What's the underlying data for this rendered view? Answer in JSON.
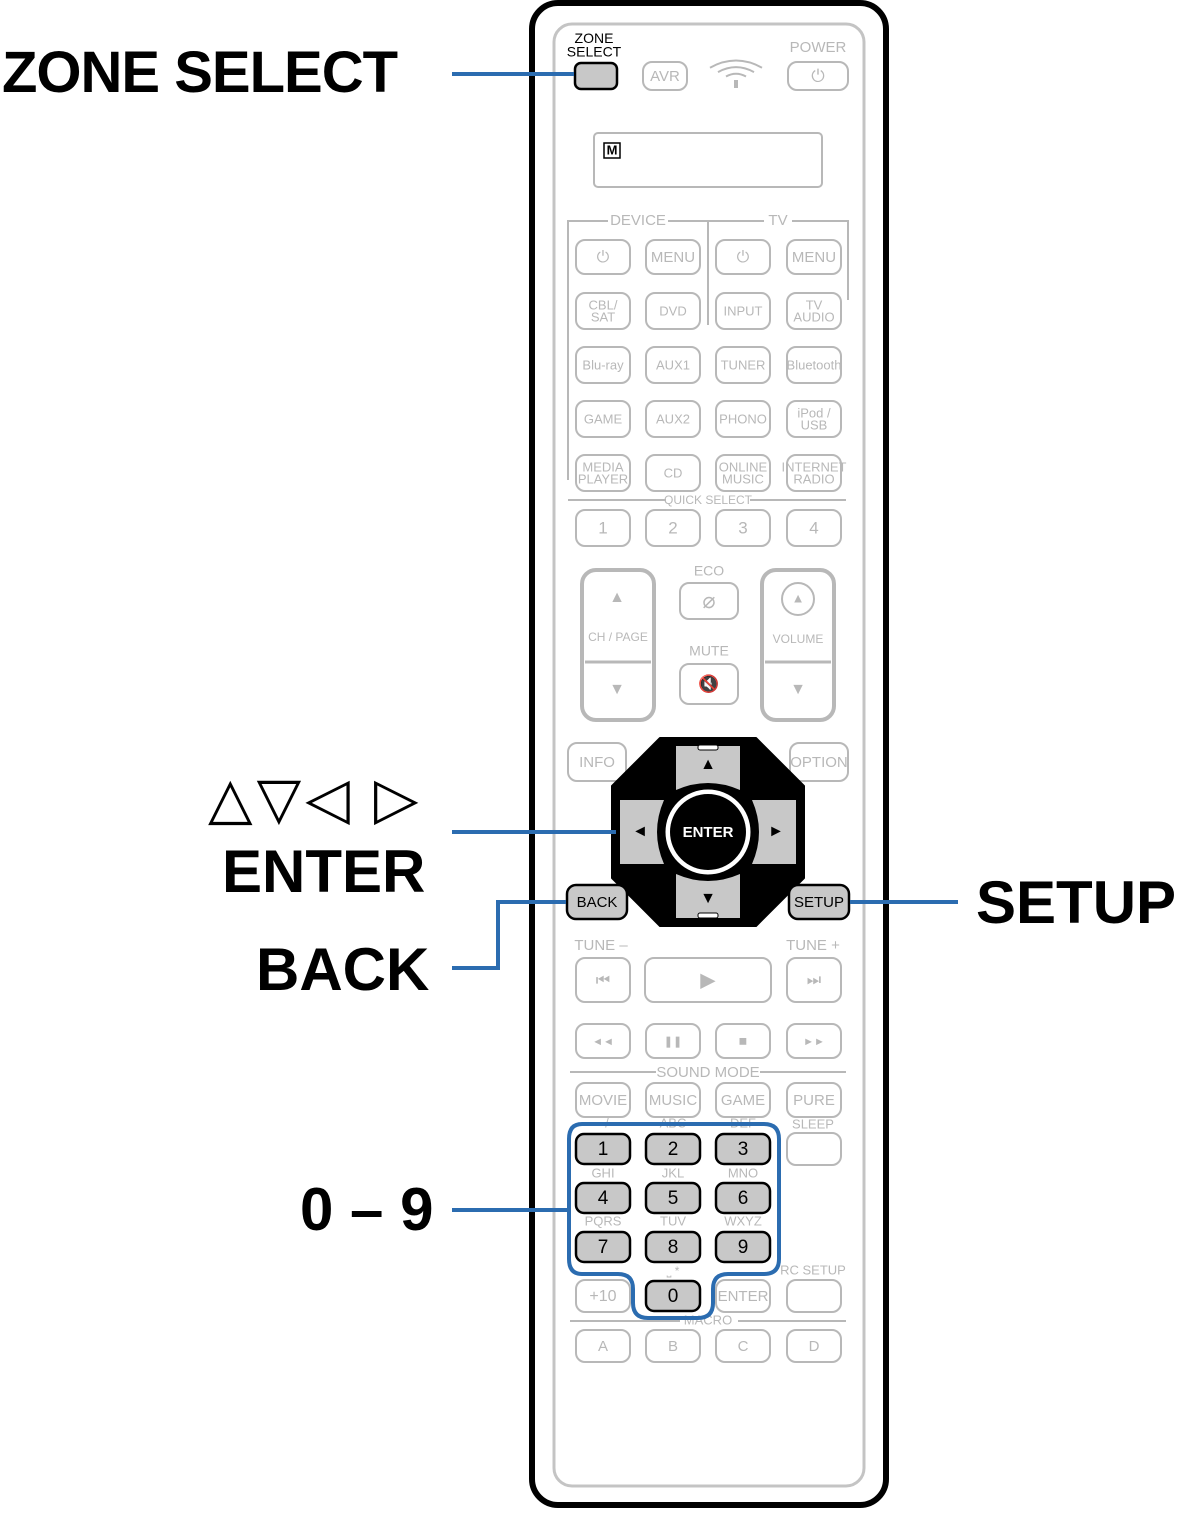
{
  "callouts": {
    "zone_select": "ZONE SELECT",
    "arrows": "△▽◁ ▷",
    "enter": "ENTER",
    "back": "BACK",
    "setup": "SETUP",
    "numbers": "0 – 9"
  },
  "remote": {
    "zone_select_top": "ZONE",
    "zone_select_bottom": "SELECT",
    "avr": "AVR",
    "power": "POWER",
    "display_mark": "M",
    "device_group": "DEVICE",
    "tv_group": "TV",
    "menu": "MENU",
    "tv_menu": "MENU",
    "sources": [
      [
        "CBL/|SAT",
        "DVD",
        "INPUT",
        "TV|AUDIO"
      ],
      [
        "Blu-ray",
        "AUX1",
        "TUNER",
        "Bluetooth"
      ],
      [
        "GAME",
        "AUX2",
        "PHONO",
        "iPod /|USB"
      ],
      [
        "MEDIA|PLAYER",
        "CD",
        "ONLINE|MUSIC",
        "INTERNET|RADIO"
      ]
    ],
    "quick_select": "QUICK SELECT",
    "quick": [
      "1",
      "2",
      "3",
      "4"
    ],
    "eco": "ECO",
    "ch_page": "CH / PAGE",
    "volume": "VOLUME",
    "mute": "MUTE",
    "info": "INFO",
    "option": "OPTION",
    "enter": "ENTER",
    "back": "BACK",
    "setup": "SETUP",
    "tune_minus": "TUNE –",
    "tune_plus": "TUNE +",
    "sound_mode": "SOUND MODE",
    "modes": [
      "MOVIE",
      "MUSIC",
      "GAME",
      "PURE"
    ],
    "sleep": "SLEEP",
    "digits": [
      "1",
      "2",
      "3",
      "4",
      "5",
      "6",
      "7",
      "8",
      "9"
    ],
    "letters": [
      "· / ",
      "ABC",
      "DEF",
      "GHI",
      "JKL",
      "MNO",
      "PQRS",
      "TUV",
      "WXYZ"
    ],
    "zero": "0",
    "zero_label": "⎵ *",
    "plus10": "+10",
    "enter2": "ENTER",
    "rc_setup": "RC SETUP",
    "macro": "MACRO",
    "macro_buttons": [
      "A",
      "B",
      "C",
      "D"
    ]
  },
  "colors": {
    "accent": "#2b6cb0",
    "faded": "#b8b8b8",
    "highlight_fill": "#c8c8c8"
  }
}
